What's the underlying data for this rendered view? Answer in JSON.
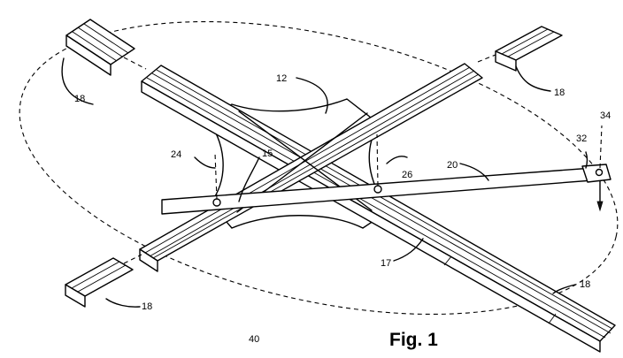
{
  "figure": {
    "caption": "Fig. 1"
  },
  "reference_numerals": {
    "base": "12",
    "arm_top_left_section": "18",
    "arm_top_right_section": "18",
    "arm_bottom_left_section": "18",
    "arm_bottom_right_section": "18",
    "pivot_pin_left": "24",
    "crossbar": "15",
    "pivot_pin_center": "26",
    "radius_bar": "20",
    "arm_lower": "17",
    "slider_block": "32",
    "marker_pin": "34",
    "cutting_path": "40"
  }
}
